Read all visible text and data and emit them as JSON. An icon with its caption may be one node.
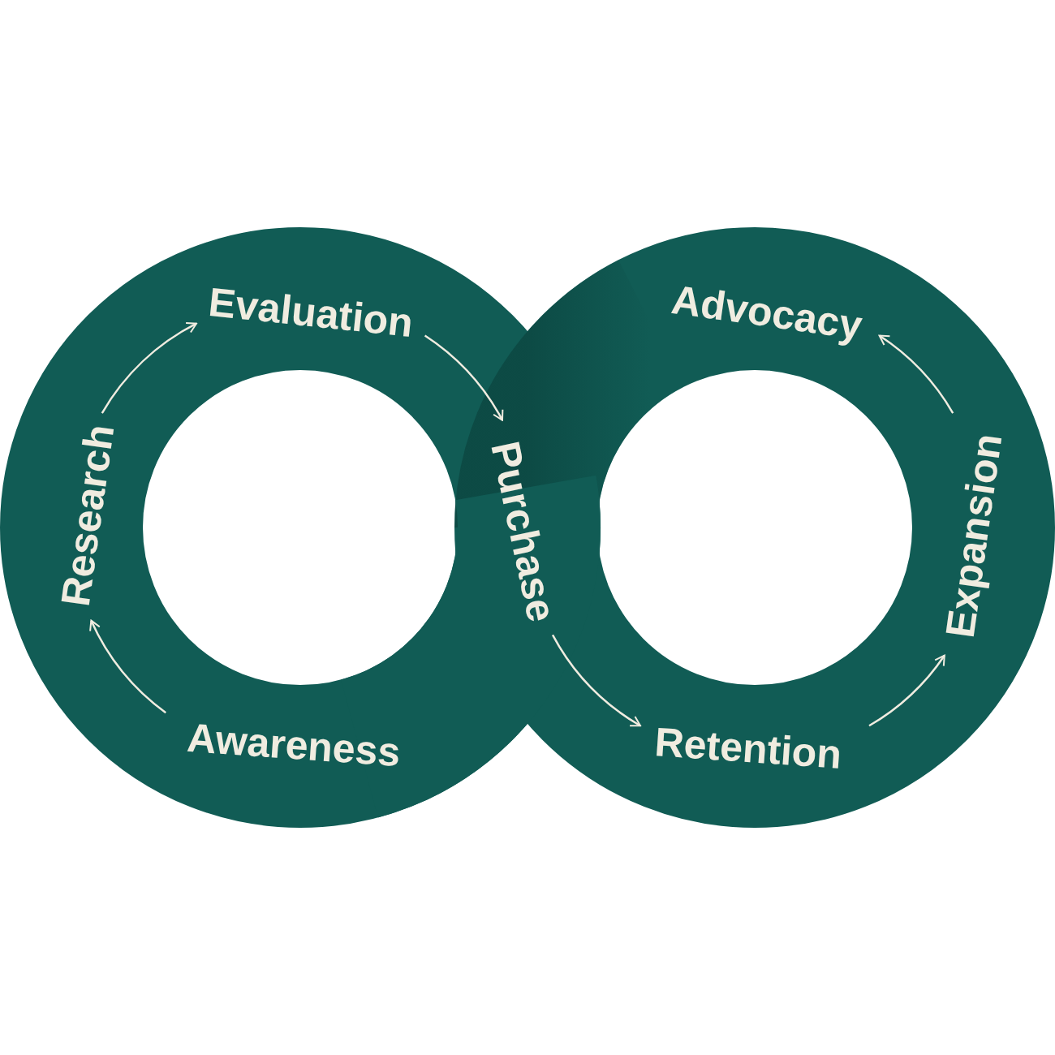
{
  "diagram": {
    "nodes": [
      {
        "text": [
          "Awareness"
        ]
      },
      {
        "text": [
          "Research"
        ]
      },
      {
        "text": [
          "Evaluation"
        ]
      },
      {
        "text": [
          "Purchase"
        ]
      },
      {
        "text": [
          "Retention"
        ]
      },
      {
        "text": [
          "Expansion"
        ]
      },
      {
        "text": [
          "Advocacy"
        ]
      }
    ],
    "edges": [
      {
        "from": 0,
        "to": 1,
        "arrow": "to"
      },
      {
        "from": 1,
        "to": 2,
        "arrow": "to"
      },
      {
        "from": 2,
        "to": 3,
        "arrow": "to"
      },
      {
        "from": 3,
        "to": 4,
        "arrow": "to"
      },
      {
        "from": 4,
        "to": 5,
        "arrow": "to"
      },
      {
        "from": 5,
        "to": 6,
        "arrow": "to"
      }
    ]
  }
}
